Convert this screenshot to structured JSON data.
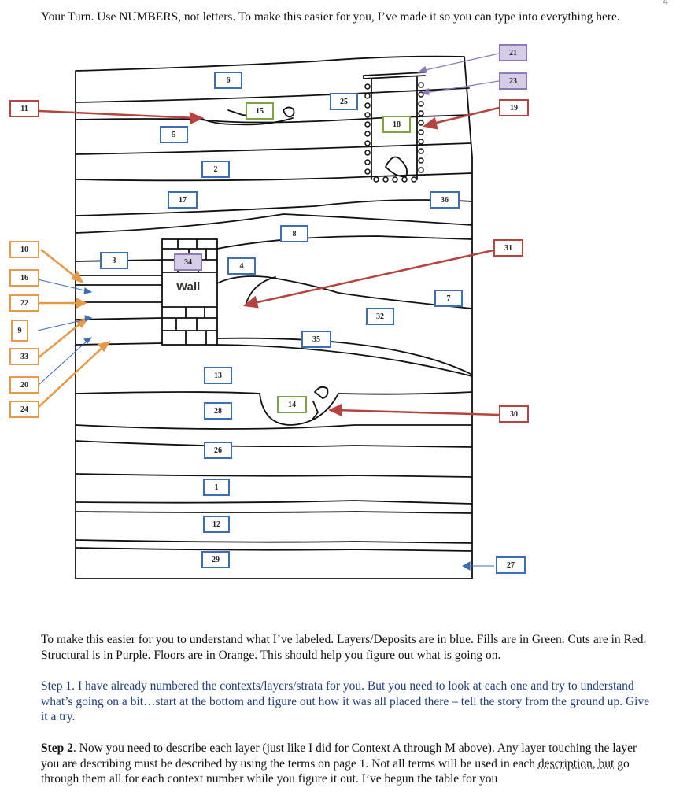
{
  "page_number": "4",
  "intro": "Your Turn.  Use NUMBERS, not letters.  To make this easier for you, I’ve made it so you can type into everything here.",
  "wall_text": "Wall",
  "labels": {
    "blue": [
      "6",
      "5",
      "2",
      "17",
      "3",
      "4",
      "8",
      "25",
      "36",
      "32",
      "7",
      "35",
      "13",
      "28",
      "26",
      "1",
      "12",
      "29"
    ],
    "green": [
      "15",
      "18",
      "14"
    ],
    "red": [
      "11",
      "19",
      "31",
      "30"
    ],
    "purple": [
      "21",
      "23",
      "34"
    ],
    "orange": [
      "10",
      "16",
      "22",
      "9",
      "33",
      "20",
      "24"
    ],
    "other": [
      "27"
    ]
  },
  "legend": "To make this easier for you to understand what I’ve labeled.  Layers/Deposits are in blue.  Fills are in Green.  Cuts are in Red.  Structural is in Purple.  Floors are in Orange.  This should help you figure out what is going on.",
  "step1": {
    "title": "Step 1.",
    "body": "  I have already numbered the contexts/layers/strata for you.  But you need to look at each one and try to understand what’s going on a bit…start at the bottom and figure out how it was all placed there – tell the story from the ground up.  Give it a try."
  },
  "step2": {
    "title": "Step 2",
    "body1": ".  Now you need to describe each layer (just like I did for Context A through M above).  Any layer touching the layer you are describing must be described by using the terms on page 1.  Not all terms will be used in each ",
    "underlined": "description, but",
    "body2": " go through them all for each context number while you figure it out.  I’ve begun the table for you"
  },
  "colors": {
    "layers": "#3d6db5",
    "fills": "#7ea544",
    "cuts": "#b5433f",
    "structural": "#8c79b8",
    "floors": "#e59a47"
  }
}
